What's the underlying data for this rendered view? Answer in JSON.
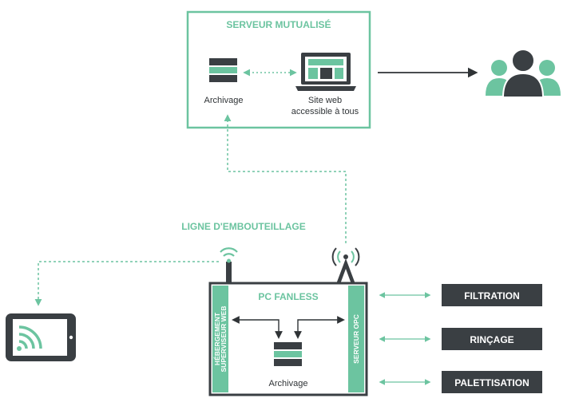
{
  "colors": {
    "accent": "#6cc4a0",
    "dark": "#3a3f43",
    "background": "#ffffff"
  },
  "shared_server": {
    "title": "SERVEUR MUTUALISÉ",
    "archive_label": "Archivage",
    "site_label_line1": "Site web",
    "site_label_line2": "accessible à tous"
  },
  "line": {
    "title": "LIGNE D'EMBOUTEILLAGE"
  },
  "pc": {
    "title": "PC FANLESS",
    "left_band_line1": "HÉBERGEMENT",
    "left_band_line2": "SUPERVISEUR WEB",
    "right_band": "SERVEUR OPC",
    "archive_label": "Archivage"
  },
  "machines": [
    {
      "label": "FILTRATION"
    },
    {
      "label": "RINÇAGE"
    },
    {
      "label": "PALETTISATION"
    }
  ],
  "icons": {
    "users": "users-group-icon",
    "tablet": "tablet-icon",
    "wifi": "wifi-icon",
    "antenna": "antenna-icon",
    "laptop": "laptop-icon",
    "archive": "archive-icon"
  }
}
